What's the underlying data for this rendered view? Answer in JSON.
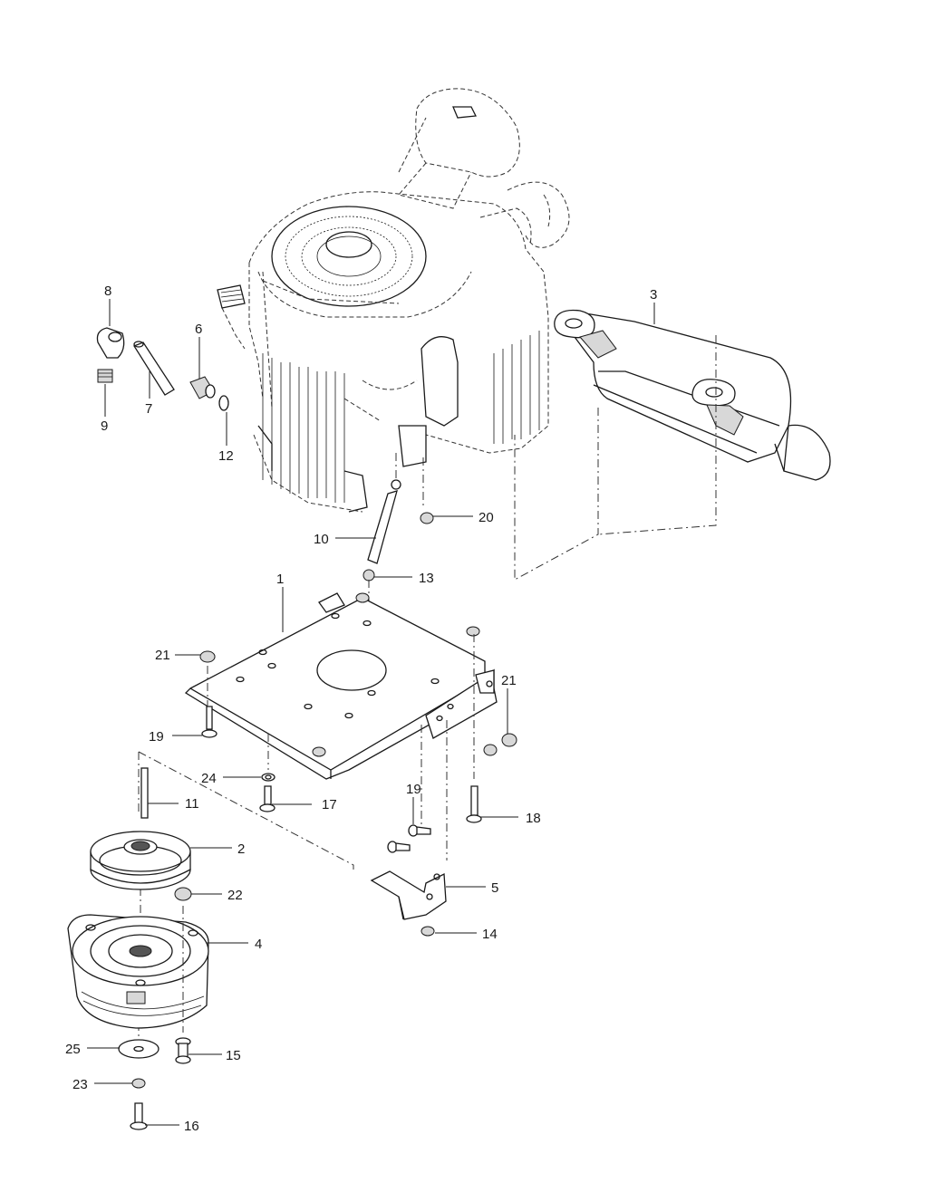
{
  "callouts": {
    "c1": "1",
    "c2": "2",
    "c3": "3",
    "c4": "4",
    "c5": "5",
    "c6": "6",
    "c7": "7",
    "c8": "8",
    "c9": "9",
    "c10": "10",
    "c11": "11",
    "c12": "12",
    "c13": "13",
    "c14": "14",
    "c15": "15",
    "c16": "16",
    "c17": "17",
    "c18": "18",
    "c19a": "19",
    "c19b": "19",
    "c20": "20",
    "c21a": "21",
    "c21b": "21",
    "c22": "22",
    "c23": "23",
    "c24": "24",
    "c25": "25"
  }
}
